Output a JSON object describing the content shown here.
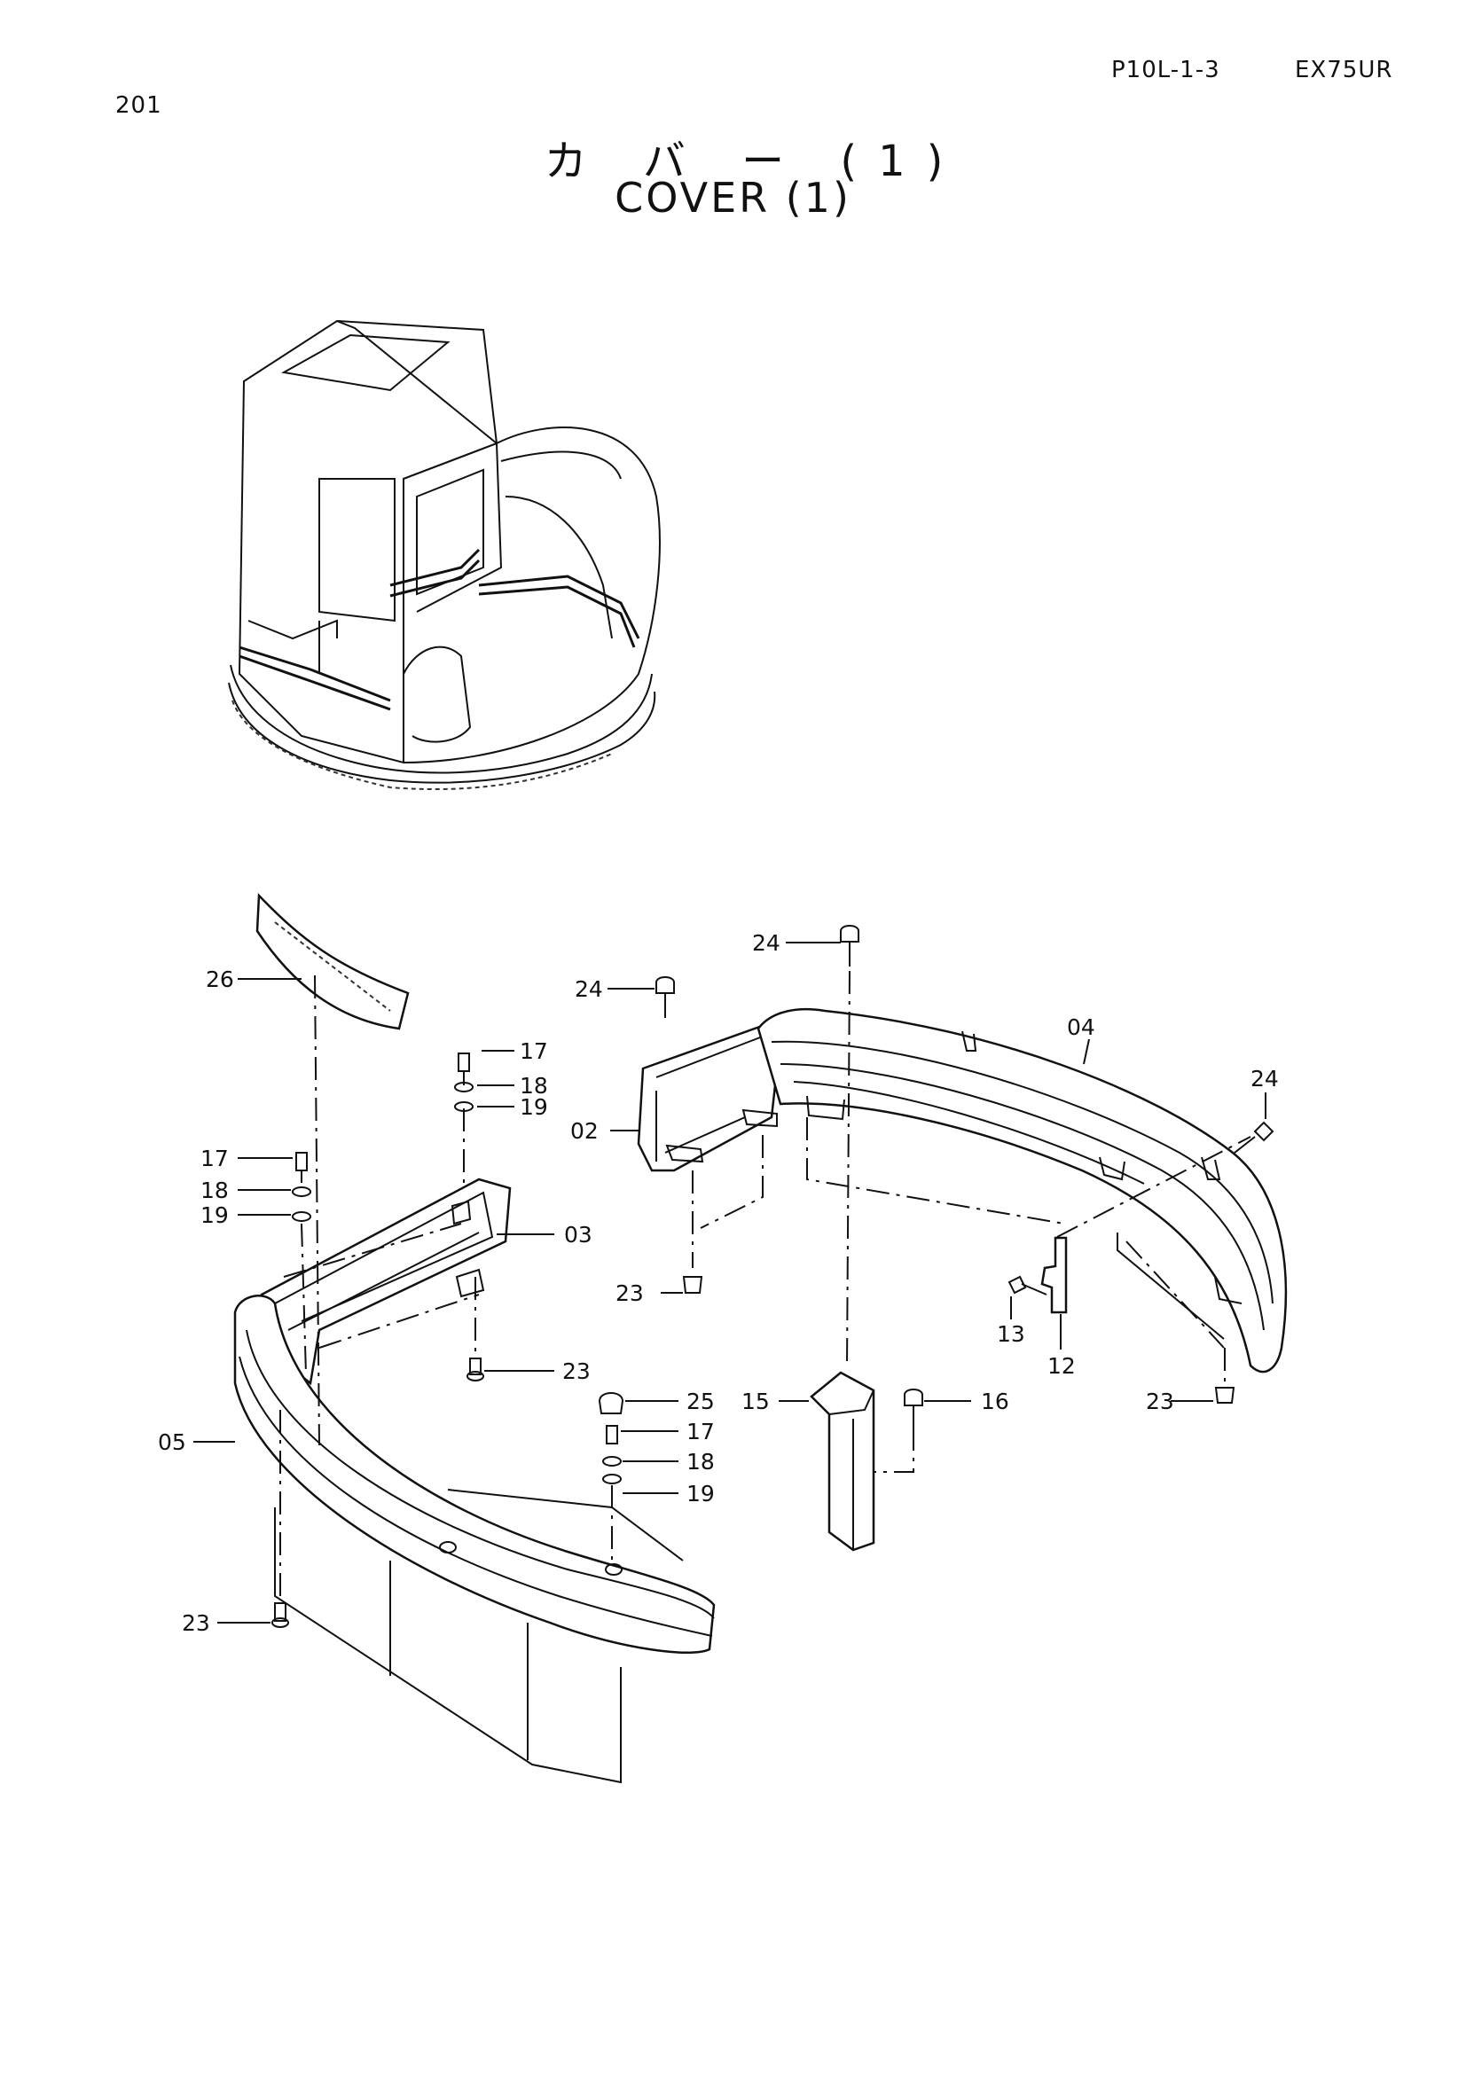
{
  "header": {
    "page_number": "201",
    "doc_code": "P10L-1-3",
    "model": "EX75UR"
  },
  "title": {
    "japanese": "カ バ ー (1)",
    "english": "COVER (1)"
  },
  "callouts": {
    "c26": "26",
    "c17a": "17",
    "c18a": "18",
    "c19a": "19",
    "c17b": "17",
    "c18b": "18",
    "c19b": "19",
    "c03": "03",
    "c23a": "23",
    "c23b": "23",
    "c05": "05",
    "c23c": "23",
    "c25": "25",
    "c17c": "17",
    "c18c": "18",
    "c19c": "19",
    "c24a": "24",
    "c24b": "24",
    "c02": "02",
    "c04": "04",
    "c24c": "24",
    "c13": "13",
    "c12": "12",
    "c23d": "23",
    "c15": "15",
    "c16": "16"
  }
}
